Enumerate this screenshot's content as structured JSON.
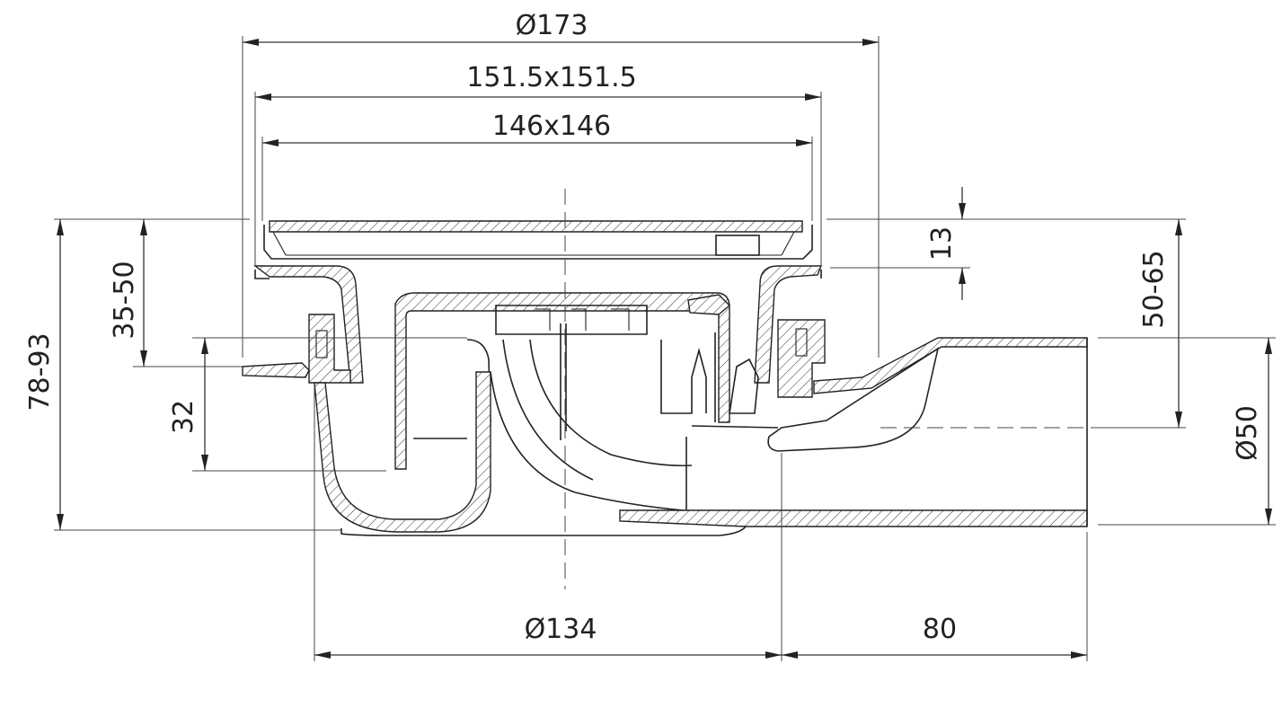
{
  "dimensions": {
    "outer_diameter": "Ø173",
    "frame_size": "151.5x151.5",
    "grate_size": "146x146",
    "grate_height": "13",
    "outlet_height": "50-65",
    "outlet_diameter": "Ø50",
    "total_height": "78-93",
    "flange_height": "35-50",
    "water_seal": "32",
    "body_diameter": "Ø134",
    "outlet_length": "80"
  }
}
